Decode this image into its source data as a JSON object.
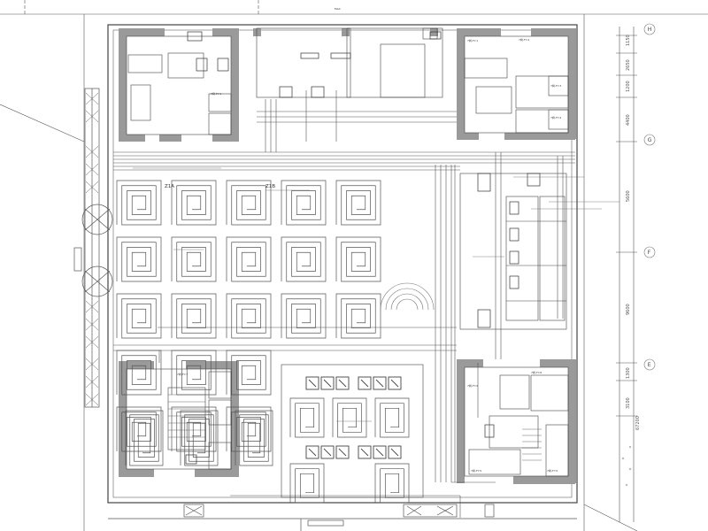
{
  "drawing": {
    "top_dimension": "MAX",
    "zone_left": "Z1A",
    "zone_right": "Z1B",
    "room_labels": {
      "stair_ul": "7树-FY-1",
      "stair_ur_a": "7树-FY-1",
      "stair_ur_b": "7树-FY-2",
      "stair_ur_c": "7树-FY-3",
      "stair_ur_d": "7树-FY-4",
      "stair_ll": "7树-FY-7",
      "stair_lr_a": "7树-FY-5",
      "stair_lr_b": "7树-FY-6",
      "room_lr": "7树-FY-5",
      "room_lr_2": "7树-FY-5"
    }
  },
  "axis_right": {
    "bubbles": [
      "H",
      "G",
      "F",
      "E"
    ],
    "dims": [
      "1150",
      "2650",
      "1200",
      "4400",
      "5600",
      "9600",
      "1300",
      "3100"
    ],
    "total": "67200"
  }
}
